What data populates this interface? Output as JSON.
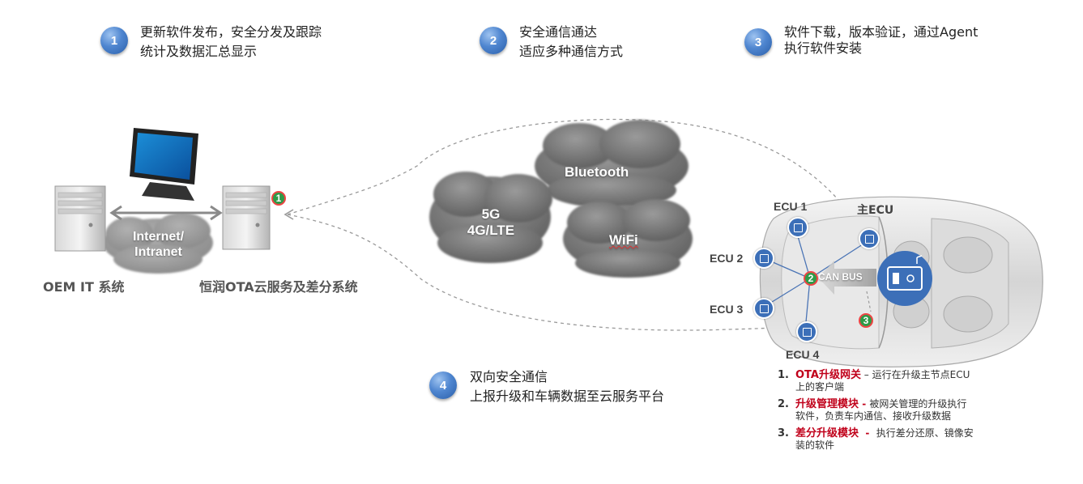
{
  "steps": [
    {
      "num": "1",
      "line1": "更新软件发布，安全分发及跟踪",
      "line2": "统计及数据汇总显示"
    },
    {
      "num": "2",
      "line1": "安全通信通达",
      "line2": "适应多种通信方式"
    },
    {
      "num": "3",
      "line1": "软件下载，版本验证，通过Agent",
      "line2": "执行软件安装"
    },
    {
      "num": "4",
      "line1": "双向安全通信",
      "line2": "上报升级和车辆数据至云服务平台"
    }
  ],
  "labels": {
    "oem": "OEM IT 系统",
    "server": "恒润OTA云服务及差分系统",
    "internet_line1": "Internet/",
    "internet_line2": "Intranet"
  },
  "clouds": {
    "bluetooth": "Bluetooth",
    "cellular_line1": "5G",
    "cellular_line2": "4G/LTE",
    "wifi": "WiFi"
  },
  "car": {
    "ecu1": "ECU 1",
    "ecu2": "ECU 2",
    "ecu3": "ECU 3",
    "ecu4": "ECU 4",
    "main_ecu": "主ECU",
    "can_bus": "CAN BUS",
    "badge1": "1",
    "badge2": "2",
    "badge3": "3"
  },
  "legend": [
    {
      "num": "1.",
      "keyword": "OTA升级网关",
      "sep": " – ",
      "desc_line1": "运行在升级主节点ECU",
      "desc_line2": "上的客户端"
    },
    {
      "num": "2.",
      "keyword": "升级管理模块",
      "sep": " - ",
      "desc_line1": "被网关管理的升级执行",
      "desc_line2": "软件，负责车内通信、接收升级数据"
    },
    {
      "num": "3.",
      "keyword": "差分升级模块",
      "sep": "  -  ",
      "desc_line1": "执行差分还原、镜像安",
      "desc_line2": "装的软件"
    }
  ],
  "colors": {
    "accent_blue": "#3c6fb8",
    "badge_green": "#2e9a48",
    "keyword_red": "#c0001a",
    "cloud_gray": "#7f7f7f"
  }
}
